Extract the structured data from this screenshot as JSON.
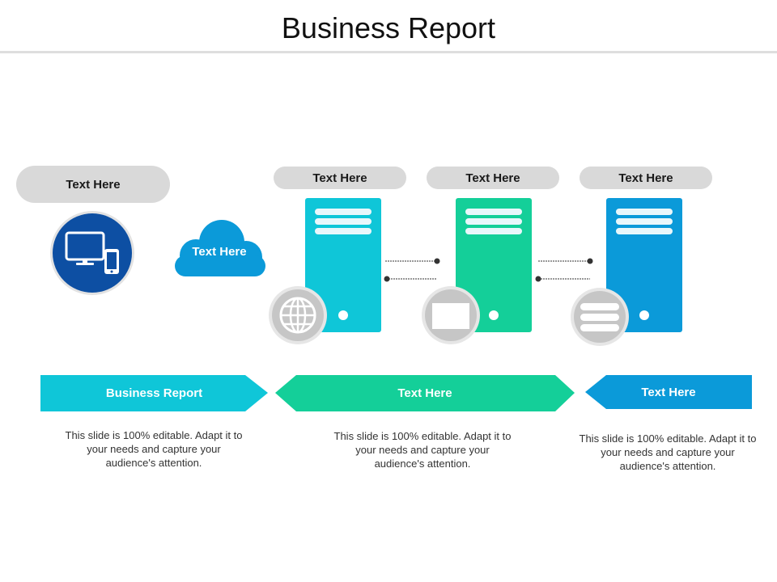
{
  "title": "Business Report",
  "colors": {
    "cyan": "#0fc6d8",
    "green": "#14cf99",
    "blue": "#0b9ad9",
    "navy": "#0d4fa3",
    "pill_gray": "#d9d9d9",
    "badge_gray": "#c6c6c6"
  },
  "top_left": {
    "pill_label": "Text Here",
    "icon": "desktop-and-phone-icon"
  },
  "cloud": {
    "label": "Text Here",
    "icon": "cloud-icon"
  },
  "servers": [
    {
      "pill_label": "Text Here",
      "badge_icon": "globe-icon"
    },
    {
      "pill_label": "Text Here",
      "badge_icon": "screen-icon"
    },
    {
      "pill_label": "Text Here",
      "badge_icon": "database-stack-icon"
    }
  ],
  "arrows": [
    {
      "label": "Business Report",
      "direction": "right"
    },
    {
      "label": "Text Here",
      "direction": "both"
    },
    {
      "label": "Text Here",
      "direction": "left"
    }
  ],
  "descriptions": [
    "This slide is 100% editable. Adapt it to your needs and capture your audience's attention.",
    "This slide is 100% editable. Adapt it to your needs and capture your audience's attention.",
    "This slide is 100% editable. Adapt it to your needs and capture your audience's attention."
  ]
}
